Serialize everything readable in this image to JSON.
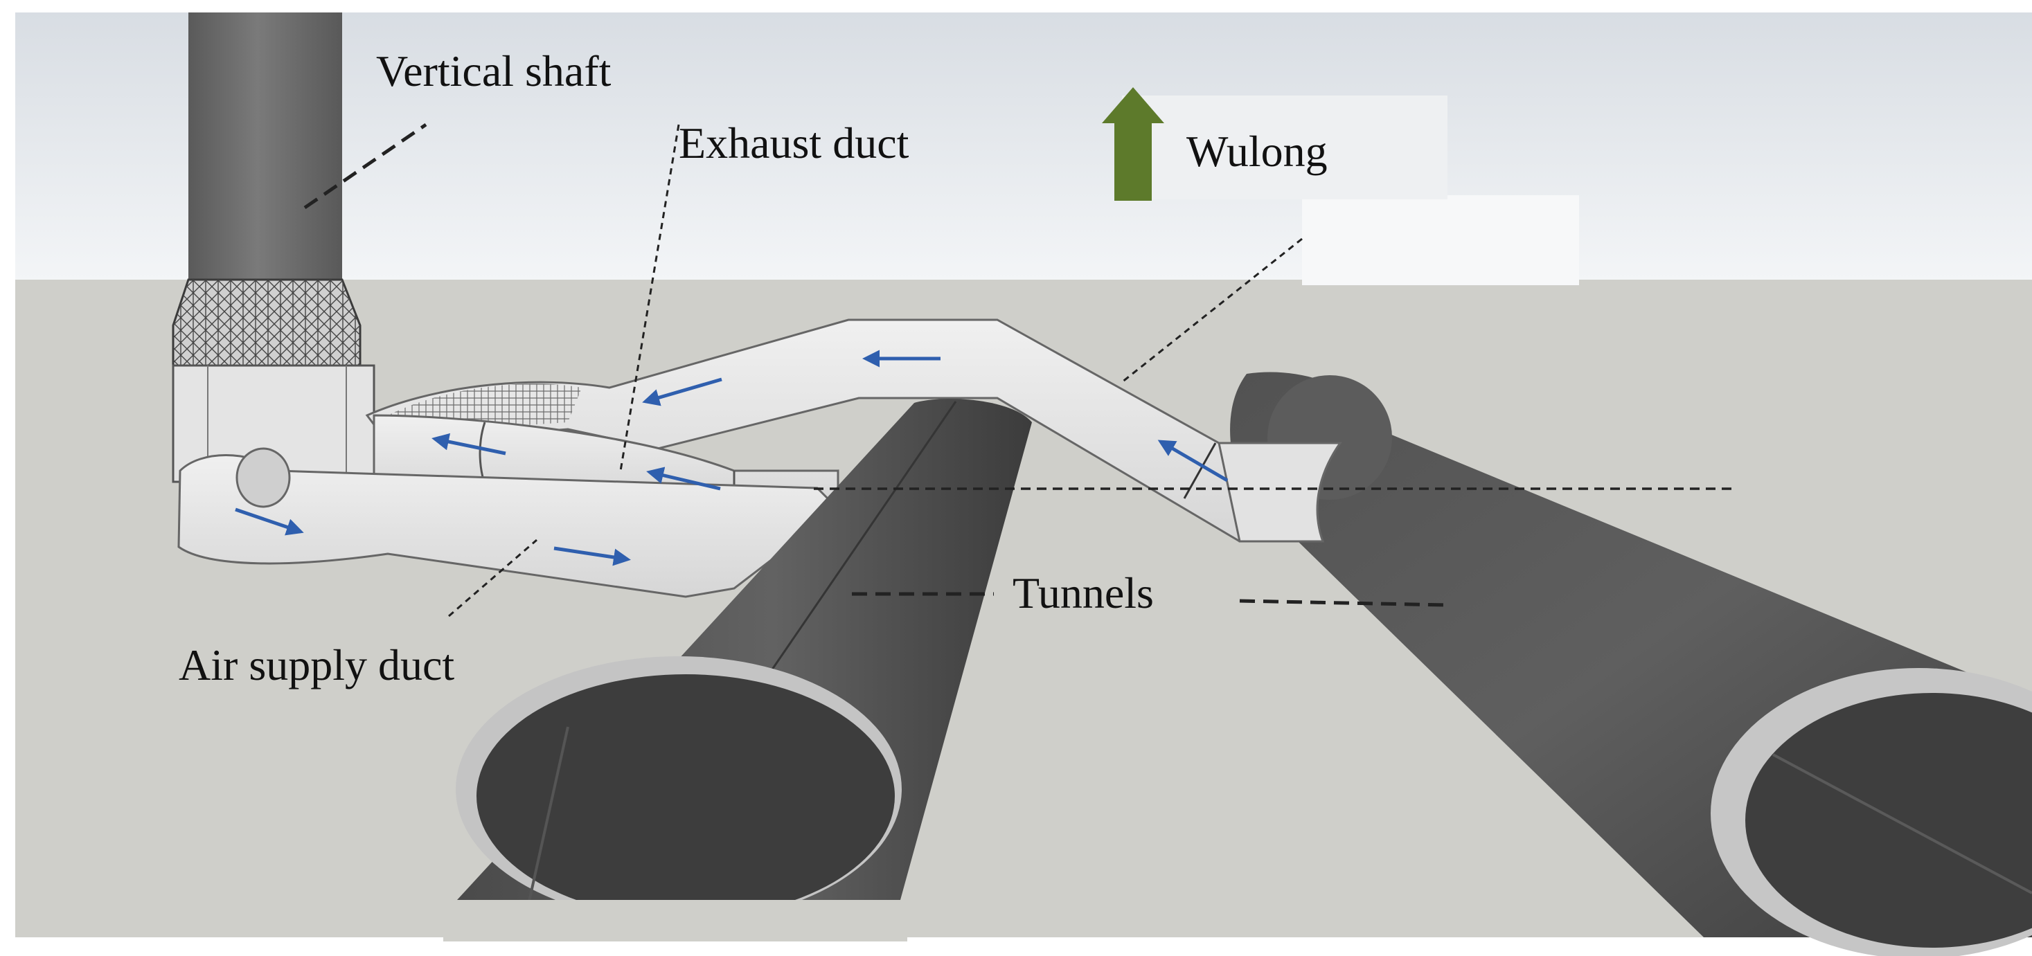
{
  "figure": {
    "labels": {
      "vertical_shaft": "Vertical shaft",
      "exhaust_duct": "Exhaust duct",
      "wulong": "Wulong",
      "tunnels": "Tunnels",
      "air_supply_duct": "Air supply duct"
    },
    "colors": {
      "sky_top": "#d8dde3",
      "sky_bottom": "#f2f4f6",
      "ground": "#cfcfca",
      "tunnel_body": "#5a5a5a",
      "tunnel_dark": "#3e3e3e",
      "tunnel_rim": "#c9c9c9",
      "duct_surface": "#e6e6e6",
      "shaft": "#6f6f6f",
      "flow_arrow": "#2f5fae",
      "direction_arrow": "#5d7a2b"
    },
    "icons": {
      "direction_arrow": "north-arrow-icon",
      "flow_arrows": "flow-direction-arrow-icon"
    }
  }
}
